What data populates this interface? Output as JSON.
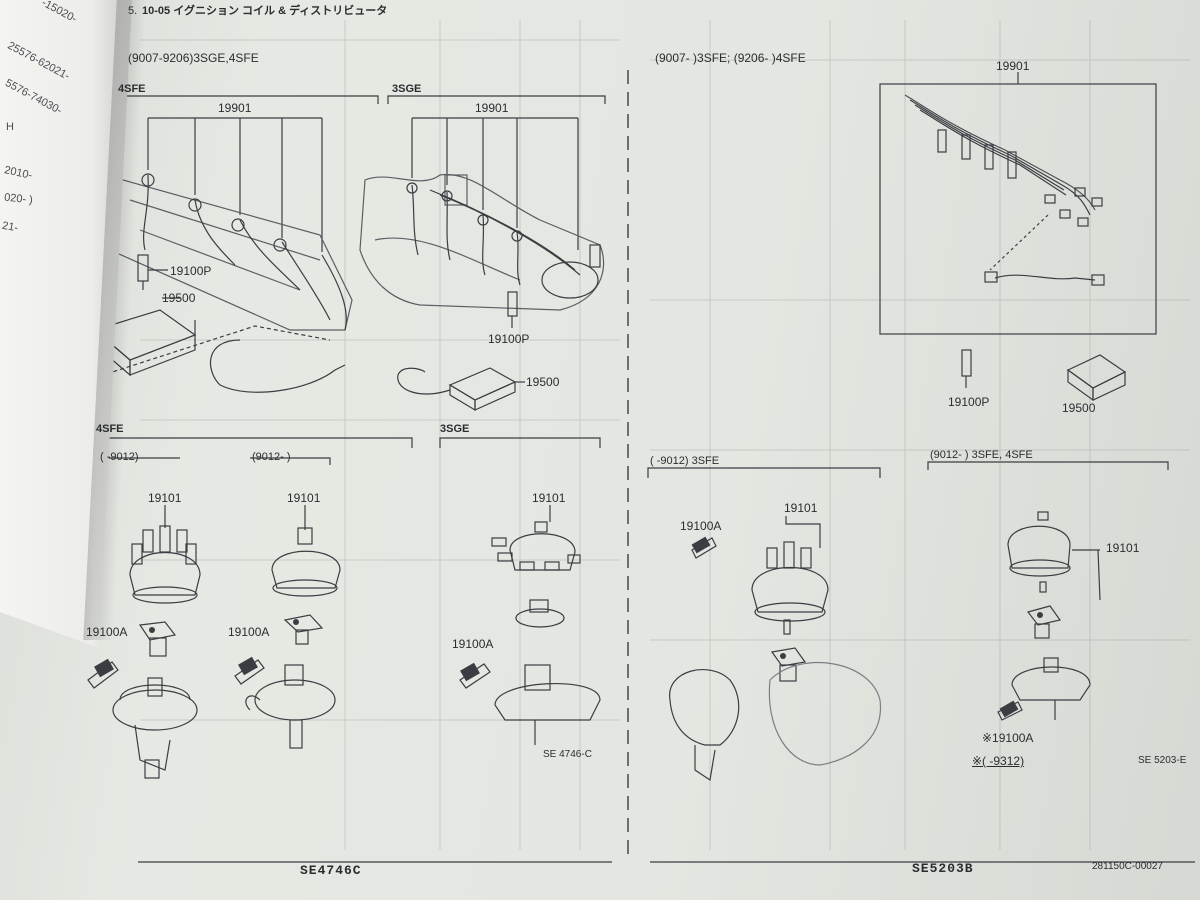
{
  "header": {
    "title": "10-05 イグニション コイル & ディストリビュータ",
    "page_prefix": "5."
  },
  "edge_notes": [
    "-15020-",
    "25576-62021-",
    "5576-74030-",
    "H",
    "2010-",
    "020- )",
    "21-"
  ],
  "left_panel": {
    "range_label": "(9007-9206)3SGE,4SFE",
    "engine_a": "4SFE",
    "engine_b": "3SGE",
    "part_19901_a": "19901",
    "part_19901_b": "19901",
    "part_19100p_a": "19100P",
    "part_19500_a": "19500",
    "part_19100p_b": "19100P",
    "part_19500_b": "19500",
    "lower_4sfe": "4SFE",
    "lower_3sge": "3SGE",
    "range_a": "(      -9012)",
    "range_b": "(9012-      )",
    "part_19101_a": "19101",
    "part_19101_b": "19101",
    "part_19101_c": "19101",
    "part_19100a_a": "19100A",
    "part_19100a_b": "19100A",
    "part_19100a_c": "19100A",
    "code_small": "SE 4746-C",
    "code_footer": "SE4746C"
  },
  "right_panel": {
    "range_label": "(9007-     )3SFE; (9206-     )4SFE",
    "part_19901": "19901",
    "part_19100p": "19100P",
    "part_19500": "19500",
    "range_a": "(      -9012) 3SFE",
    "range_b": "(9012-      ) 3SFE, 4SFE",
    "part_19100a_a": "19100A",
    "part_19101_a": "19101",
    "part_19101_b": "19101",
    "part_19100a_b": "※19100A",
    "note_range": "※(      -9312)",
    "code_small": "SE 5203-E",
    "code_footer": "SE5203B",
    "doc_number": "281150C-00027"
  },
  "colors": {
    "ink": "#2a2d30",
    "paper": "#e4e6e1"
  }
}
